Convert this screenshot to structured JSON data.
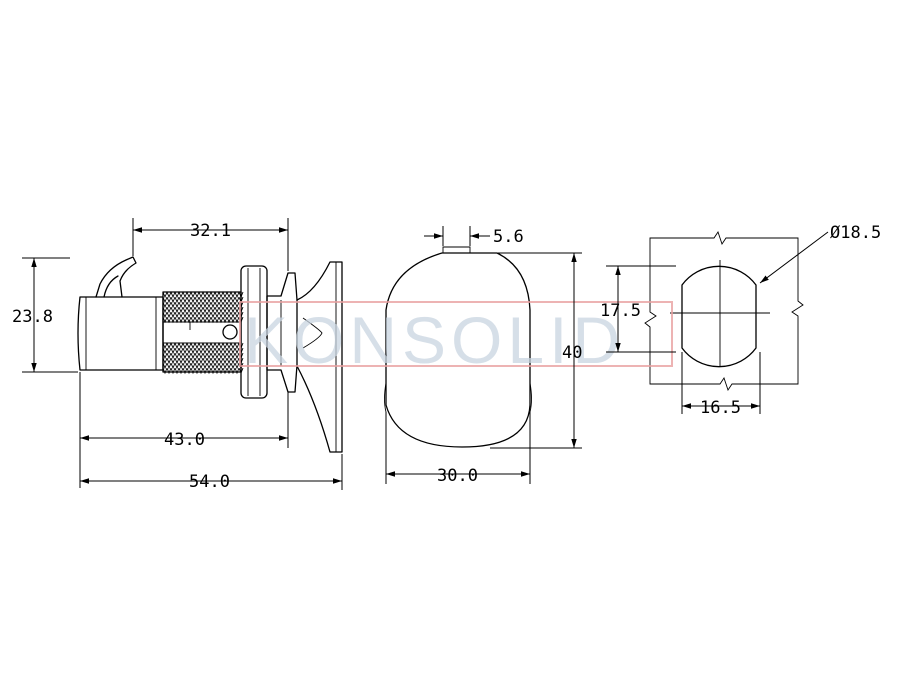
{
  "watermark": {
    "text": "KONSOLID",
    "box_color": "#e8a0a0",
    "text_color": "#c8d4e0"
  },
  "dimensions": {
    "side_total_height": "23.8",
    "side_hook_to_flange": "32.1",
    "side_body_length": "43.0",
    "side_total_length": "54.0",
    "front_key_width": "5.6",
    "front_height": "40",
    "front_width": "30.0",
    "cutout_diameter": "Ø18.5",
    "cutout_flat_height": "17.5",
    "cutout_flat_width": "16.5"
  }
}
